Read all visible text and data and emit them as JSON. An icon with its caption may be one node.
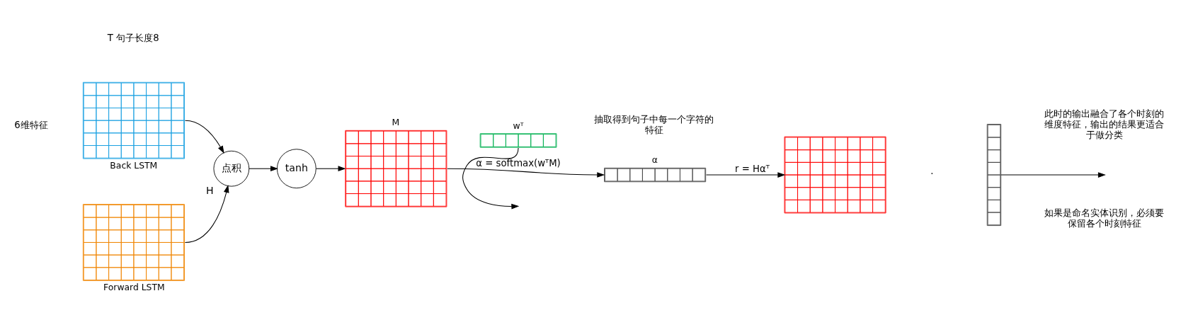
{
  "diagram": {
    "nodes": [
      {
        "text": [],
        "shape": "box",
        "beside": [
          "Back LSTM"
        ]
      },
      {
        "text": [],
        "shape": "box",
        "beside": [
          "Forward LSTM"
        ]
      },
      {
        "text": [
          "点积"
        ],
        "beside": [
          "H"
        ]
      },
      {
        "text": [
          "tanh"
        ]
      },
      {
        "text": [],
        "shape": "box",
        "beside": [
          "M"
        ]
      },
      {
        "text": [],
        "shape": "box",
        "beside": [
          "wᵀ"
        ]
      },
      {
        "text": [],
        "shape": "box",
        "beside": [
          "α"
        ]
      },
      {
        "text": [],
        "shape": "box"
      },
      {
        "text": [],
        "shape": "box"
      }
    ],
    "edges": [
      {
        "from": 0,
        "to": 2,
        "arrow": "to"
      },
      {
        "from": 1,
        "to": 2,
        "arrow": "to"
      },
      {
        "from": 2,
        "to": 3,
        "arrow": "to"
      },
      {
        "from": 3,
        "to": 4,
        "arrow": "to"
      },
      {
        "from": 5,
        "to": null,
        "arrow": "to"
      },
      {
        "from": 4,
        "to": 6,
        "arrow": "to",
        "label": "α = softmax(wᵀM)"
      },
      {
        "from": 6,
        "to": 7,
        "arrow": "to",
        "label": "r = Hαᵀ"
      },
      {
        "from": 8,
        "to": null,
        "arrow": "to"
      }
    ],
    "labels": [
      "T 句子长度8",
      "6维特征",
      "抽取得到句子中每一个字符的特征",
      "·",
      "此时的输出融合了各个时刻的维度特征，输出的结果更适合于做分类",
      "如果是命名实体识别，必须要保留各个时刻特征"
    ]
  }
}
